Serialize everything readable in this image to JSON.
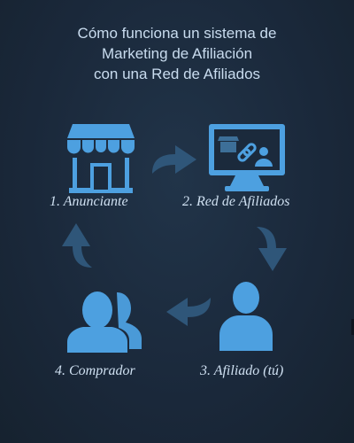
{
  "title": {
    "line1": "Cómo funciona un sistema de",
    "line2": "Marketing de Afiliación",
    "line3": "con una Red de Afiliados"
  },
  "steps": [
    {
      "label": "1. Anunciante",
      "icon": "store-icon"
    },
    {
      "label": "2. Red de Afiliados",
      "icon": "monitor-link-icon"
    },
    {
      "label": "3. Afiliado (tú)",
      "icon": "person-icon"
    },
    {
      "label": "4. Comprador",
      "icon": "people-icon"
    }
  ],
  "colors": {
    "background": "#1b2a3c",
    "icon": "#4da0e0",
    "arrow": "#2f5679",
    "text": "#cfe0f1"
  }
}
